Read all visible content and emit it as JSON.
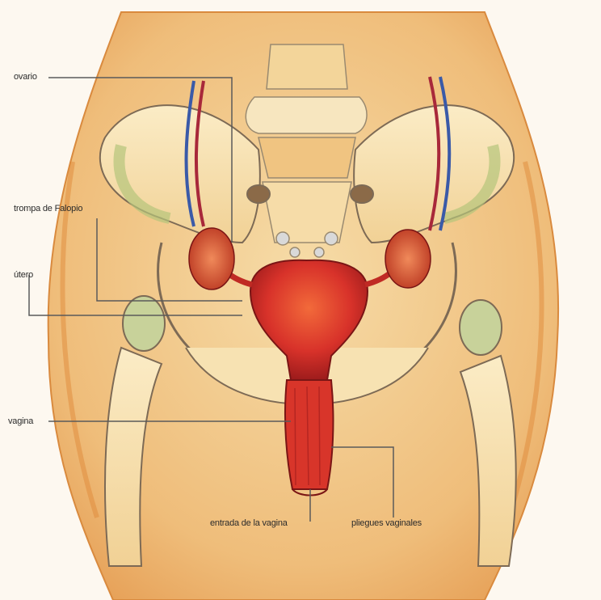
{
  "labels": {
    "ovary": "ovario",
    "fallopian_tube": "trompa de Falopio",
    "uterus": "útero",
    "vagina": "vagina",
    "vaginal_entrance": "entrada de la vagina",
    "vaginal_folds": "pliegues vaginales"
  },
  "colors": {
    "background": "#fdf8f0",
    "skin": "#f2c98a",
    "bone": "#f7e2b2",
    "muscle_orange": "#e8944a",
    "uterus_red": "#d8322a",
    "leader_line": "#5a5a5a",
    "cartilage_green": "#b9c98a"
  }
}
